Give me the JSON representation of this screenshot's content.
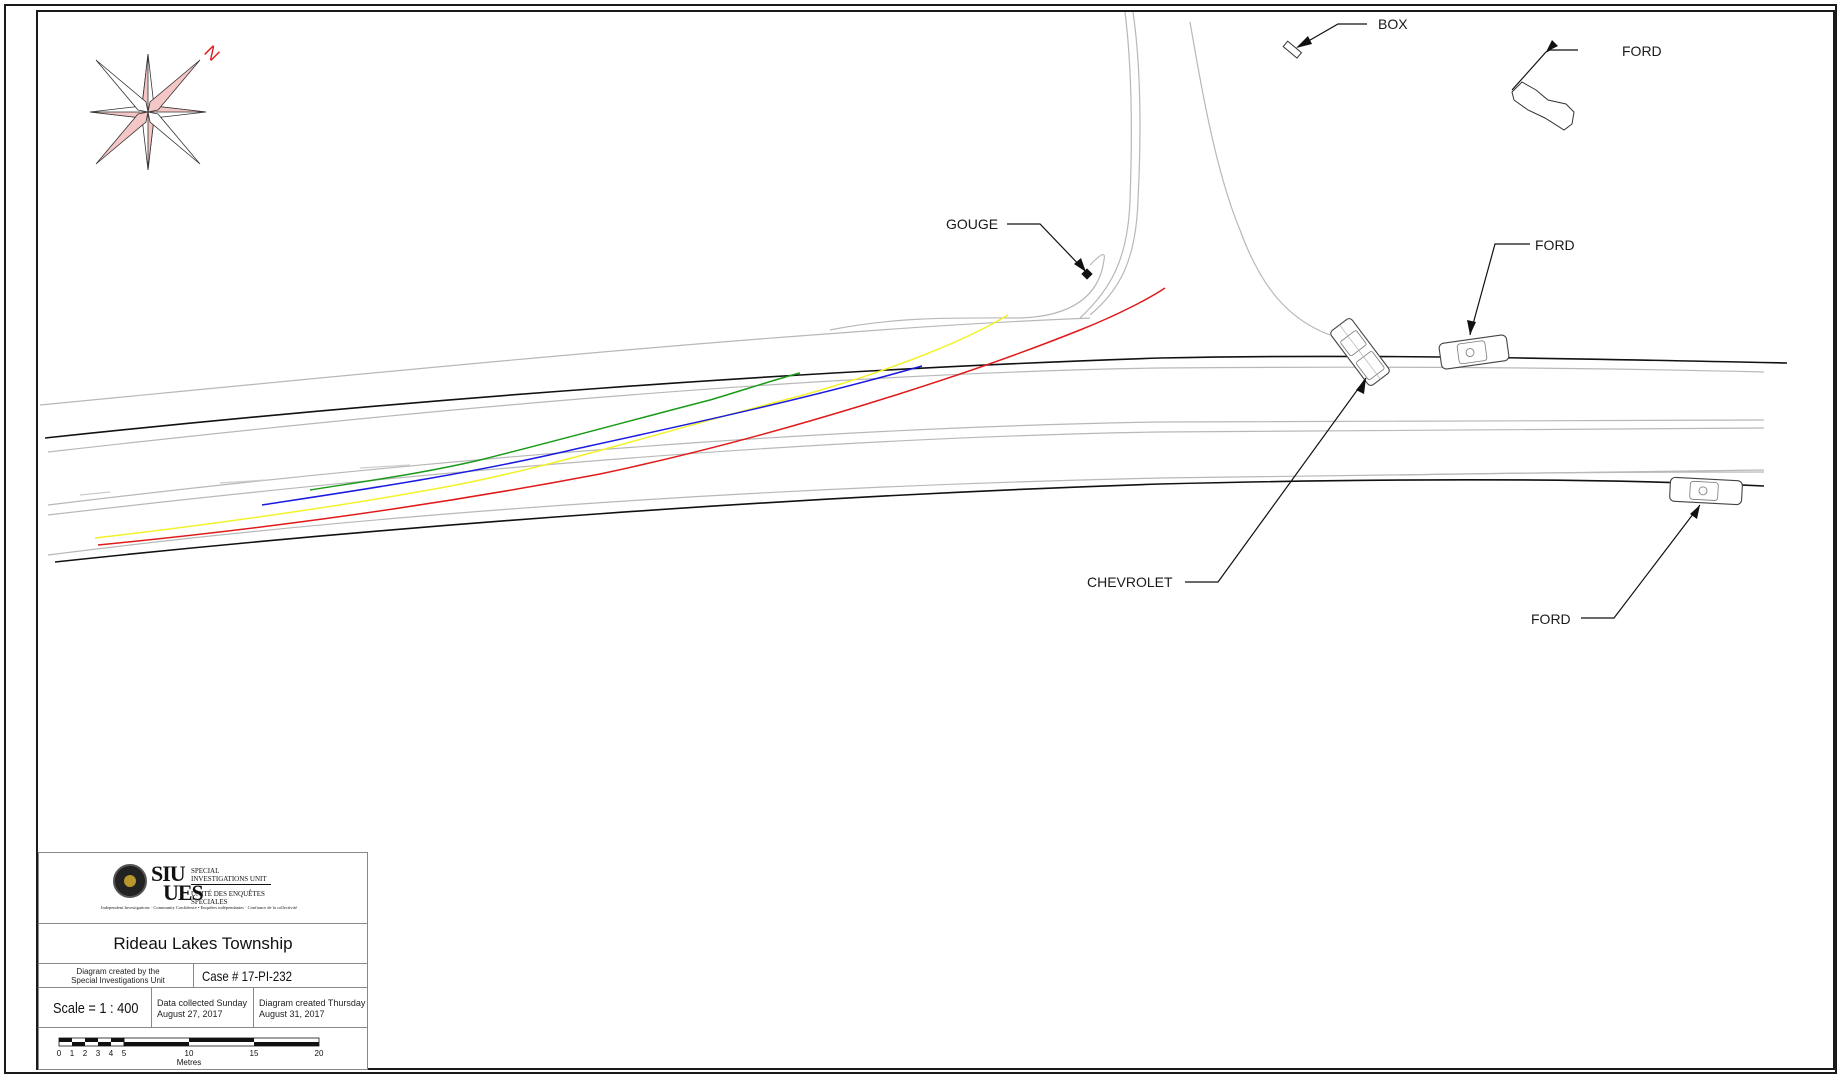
{
  "callouts": {
    "box": "BOX",
    "ford_top": "FORD",
    "gouge": "GOUGE",
    "ford_mid": "FORD",
    "chevrolet": "CHEVROLET",
    "ford_bottom": "FORD"
  },
  "compass": {
    "north_label": "N"
  },
  "title_block": {
    "logo": {
      "siu": "SIU",
      "ues": "UES",
      "english_name": "Special Investigations Unit",
      "french_name": "Unité des enquêtes spéciales",
      "tagline": "Independent Investigations · Community Confidence • Enquêtes indépendantes · Confiance de la collectivité"
    },
    "place_name": "Rideau Lakes Township",
    "created_by_line1": "Diagram created by  the",
    "created_by_line2": "Special Investigations Unit",
    "case_number": "Case # 17-PI-232",
    "scale_label": "Scale =  1 : 400",
    "collected_line1": "Data collected Sunday",
    "collected_line2": "August 27, 2017",
    "created_line1": "Diagram created Thursday",
    "created_line2": "August 31, 2017",
    "scale_ticks": [
      "0",
      "1",
      "2",
      "3",
      "4",
      "5",
      "10",
      "15",
      "20"
    ],
    "scale_unit": "Metres"
  },
  "colors": {
    "tire_mark_green": "#1a9a1a",
    "tire_mark_yellow": "#f2f22a",
    "tire_mark_blue": "#1a1ae0",
    "tire_mark_red": "#e01a1a",
    "compass_fill": "#f4c6c6",
    "north_label": "#e02020"
  }
}
